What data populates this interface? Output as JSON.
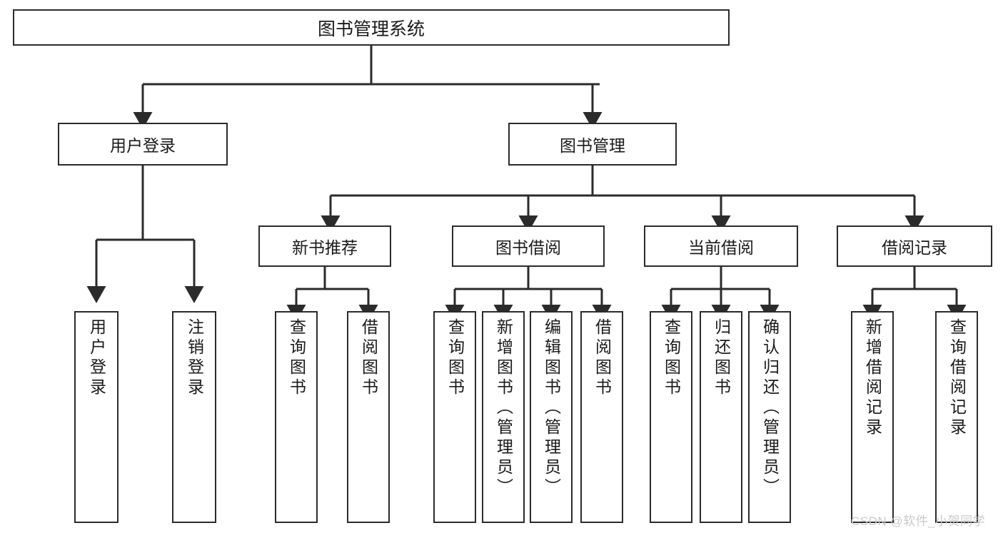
{
  "diagram": {
    "title": "图书管理系统",
    "root": {
      "label": "图书管理系统"
    },
    "level2": [
      {
        "label": "用户登录"
      },
      {
        "label": "图书管理"
      }
    ],
    "level3": [
      {
        "label": "新书推荐"
      },
      {
        "label": "图书借阅"
      },
      {
        "label": "当前借阅"
      },
      {
        "label": "借阅记录"
      }
    ],
    "leaves": {
      "user_login": [
        {
          "label": "用户登录"
        },
        {
          "label": "注销登录"
        }
      ],
      "new_book_recommend": [
        {
          "label": "查询图书"
        },
        {
          "label": "借阅图书"
        }
      ],
      "book_borrow": [
        {
          "label": "查询图书"
        },
        {
          "label": "新增图书（管理员）"
        },
        {
          "label": "编辑图书（管理员）"
        },
        {
          "label": "借阅图书"
        }
      ],
      "current_borrow": [
        {
          "label": "查询图书"
        },
        {
          "label": "归还图书"
        },
        {
          "label": "确认归还（管理员）"
        }
      ],
      "borrow_record": [
        {
          "label": "新增借阅记录"
        },
        {
          "label": "查询借阅记录"
        }
      ]
    }
  },
  "watermark": {
    "text": "CSDN @软件_小贺同学"
  },
  "colors": {
    "line": "#2b2b2b",
    "box_border": "#2b2b2b",
    "box_fill": "#ffffff",
    "text": "#1a1a1a",
    "watermark": "#c9c9c9"
  }
}
